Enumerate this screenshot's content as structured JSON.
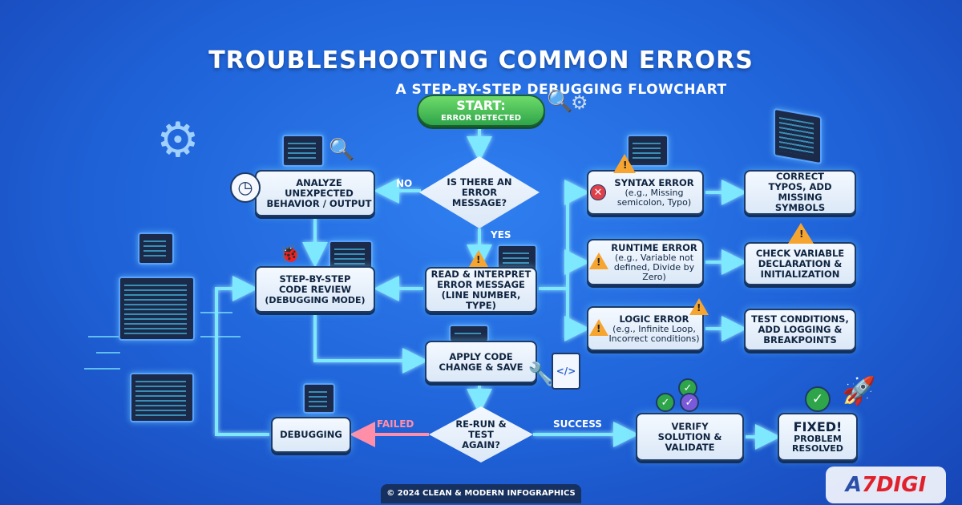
{
  "title": "TROUBLESHOOTING COMMON ERRORS",
  "subtitle": "A STEP-BY-STEP DEBUGGING FLOWCHART",
  "nodes": {
    "start": {
      "title": "START:",
      "sub": "ERROR DETECTED"
    },
    "decision1": "IS THERE AN ERROR MESSAGE?",
    "analyze": "ANALYZE UNEXPECTED BEHAVIOR / OUTPUT",
    "review": {
      "title": "STEP-BY-STEP CODE REVIEW",
      "sub": "(DEBUGGING MODE)"
    },
    "read": {
      "title": "READ & INTERPRET ERROR MESSAGE",
      "sub": "(LINE NUMBER, TYPE)"
    },
    "apply": "APPLY CODE CHANGE & SAVE",
    "decision2": "RE-RUN & TEST AGAIN?",
    "debugging": "DEBUGGING",
    "verify": "VERIFY SOLUTION & VALIDATE",
    "fixed": {
      "title": "FIXED!",
      "sub": "PROBLEM RESOLVED"
    },
    "syntax": {
      "title": "SYNTAX ERROR",
      "sub": "(e.g., Missing semicolon, Typo)"
    },
    "runtime": {
      "title": "RUNTIME ERROR",
      "sub": "(e.g., Variable not defined, Divide by Zero)"
    },
    "logic": {
      "title": "LOGIC ERROR",
      "sub": "(e.g., Infinite Loop, Incorrect conditions)"
    },
    "fix_syntax": "CORRECT TYPOS, ADD MISSING SYMBOLS",
    "fix_runtime": "CHECK VARIABLE DECLARATION & INITIALIZATION",
    "fix_logic": "TEST CONDITIONS, ADD LOGGING & BREAKPOINTS"
  },
  "edges": {
    "no": "NO",
    "yes": "YES",
    "failed": "FAILED",
    "success": "SUCCESS"
  },
  "footer": "© 2024 CLEAN & MODERN INFOGRAPHICS",
  "watermark": "A7DIGI",
  "colors": {
    "background": "#1f62d8",
    "connector": "#7ee8ff",
    "failed": "#ff8fa8",
    "start": "#3fbf55",
    "warning": "#f6a530",
    "error": "#e0404a",
    "check": "#2fa54a"
  }
}
